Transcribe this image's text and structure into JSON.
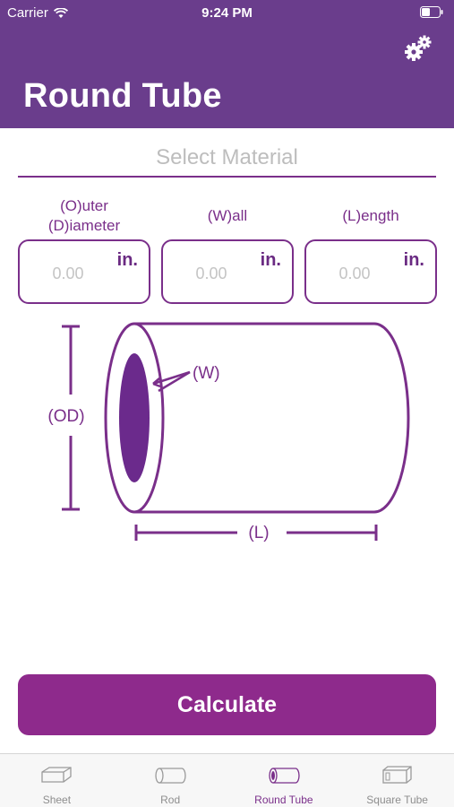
{
  "status_bar": {
    "carrier": "Carrier",
    "time": "9:24 PM"
  },
  "header": {
    "title": "Round Tube",
    "settings_icon": "gears-icon"
  },
  "material": {
    "placeholder": "Select Material"
  },
  "fields": [
    {
      "label_line1": "(O)uter",
      "label_line2": "(D)iameter",
      "placeholder": "0.00",
      "unit": "in."
    },
    {
      "label_line1": "(W)all",
      "label_line2": "",
      "placeholder": "0.00",
      "unit": "in."
    },
    {
      "label_line1": "(L)ength",
      "label_line2": "",
      "placeholder": "0.00",
      "unit": "in."
    }
  ],
  "diagram": {
    "od_label": "(OD)",
    "wall_label": "(W)",
    "length_label": "(L)"
  },
  "calculate_label": "Calculate",
  "tabs": [
    {
      "label": "Sheet",
      "icon": "sheet-icon",
      "active": false
    },
    {
      "label": "Rod",
      "icon": "rod-icon",
      "active": false
    },
    {
      "label": "Round Tube",
      "icon": "round-tube-icon",
      "active": true
    },
    {
      "label": "Square Tube",
      "icon": "square-tube-icon",
      "active": false
    }
  ],
  "colors": {
    "brand": "#6a3d8c",
    "accent": "#7a2f8a",
    "button": "#8e2a8c"
  }
}
